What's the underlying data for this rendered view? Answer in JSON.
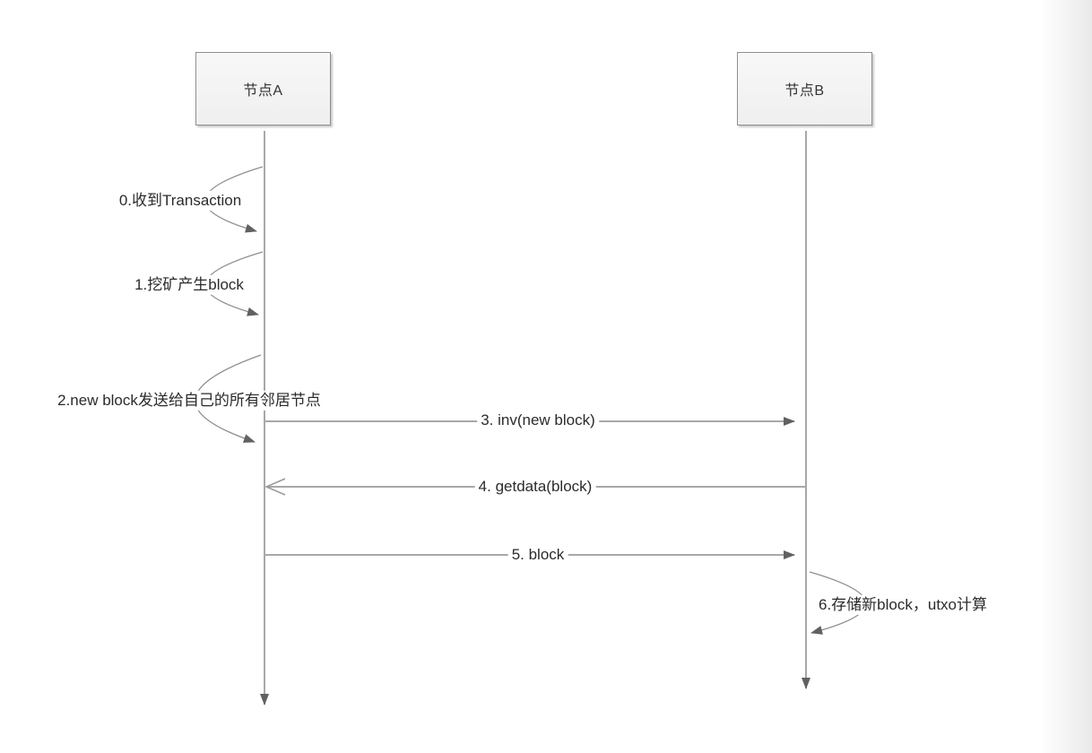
{
  "diagram": {
    "type": "sequence-diagram",
    "topic": "blockchain block propagation",
    "actors": [
      {
        "id": "node-a",
        "label": "节点A"
      },
      {
        "id": "node-b",
        "label": "节点B"
      }
    ],
    "messages": [
      {
        "seq": 0,
        "label": "0.收到Transaction",
        "kind": "self-loop",
        "actor": "node-a"
      },
      {
        "seq": 1,
        "label": "1.挖矿产生block",
        "kind": "self-loop",
        "actor": "node-a"
      },
      {
        "seq": 2,
        "label": "2.new block发送给自己的所有邻居节点",
        "kind": "self-loop",
        "actor": "node-a"
      },
      {
        "seq": 3,
        "label": "3. inv(new block)",
        "kind": "message",
        "from": "node-a",
        "to": "node-b"
      },
      {
        "seq": 4,
        "label": "4. getdata(block)",
        "kind": "message",
        "from": "node-b",
        "to": "node-a"
      },
      {
        "seq": 5,
        "label": "5. block",
        "kind": "message",
        "from": "node-a",
        "to": "node-b"
      },
      {
        "seq": 6,
        "label": "6.存储新block，utxo计算",
        "kind": "self-loop",
        "actor": "node-b"
      }
    ],
    "colors": {
      "line": "#a8a8a8",
      "arrowhead": "#616161",
      "text": "#2b2b2b",
      "box_background": "#f4f4f4",
      "box_border": "#8f8f8f"
    }
  }
}
